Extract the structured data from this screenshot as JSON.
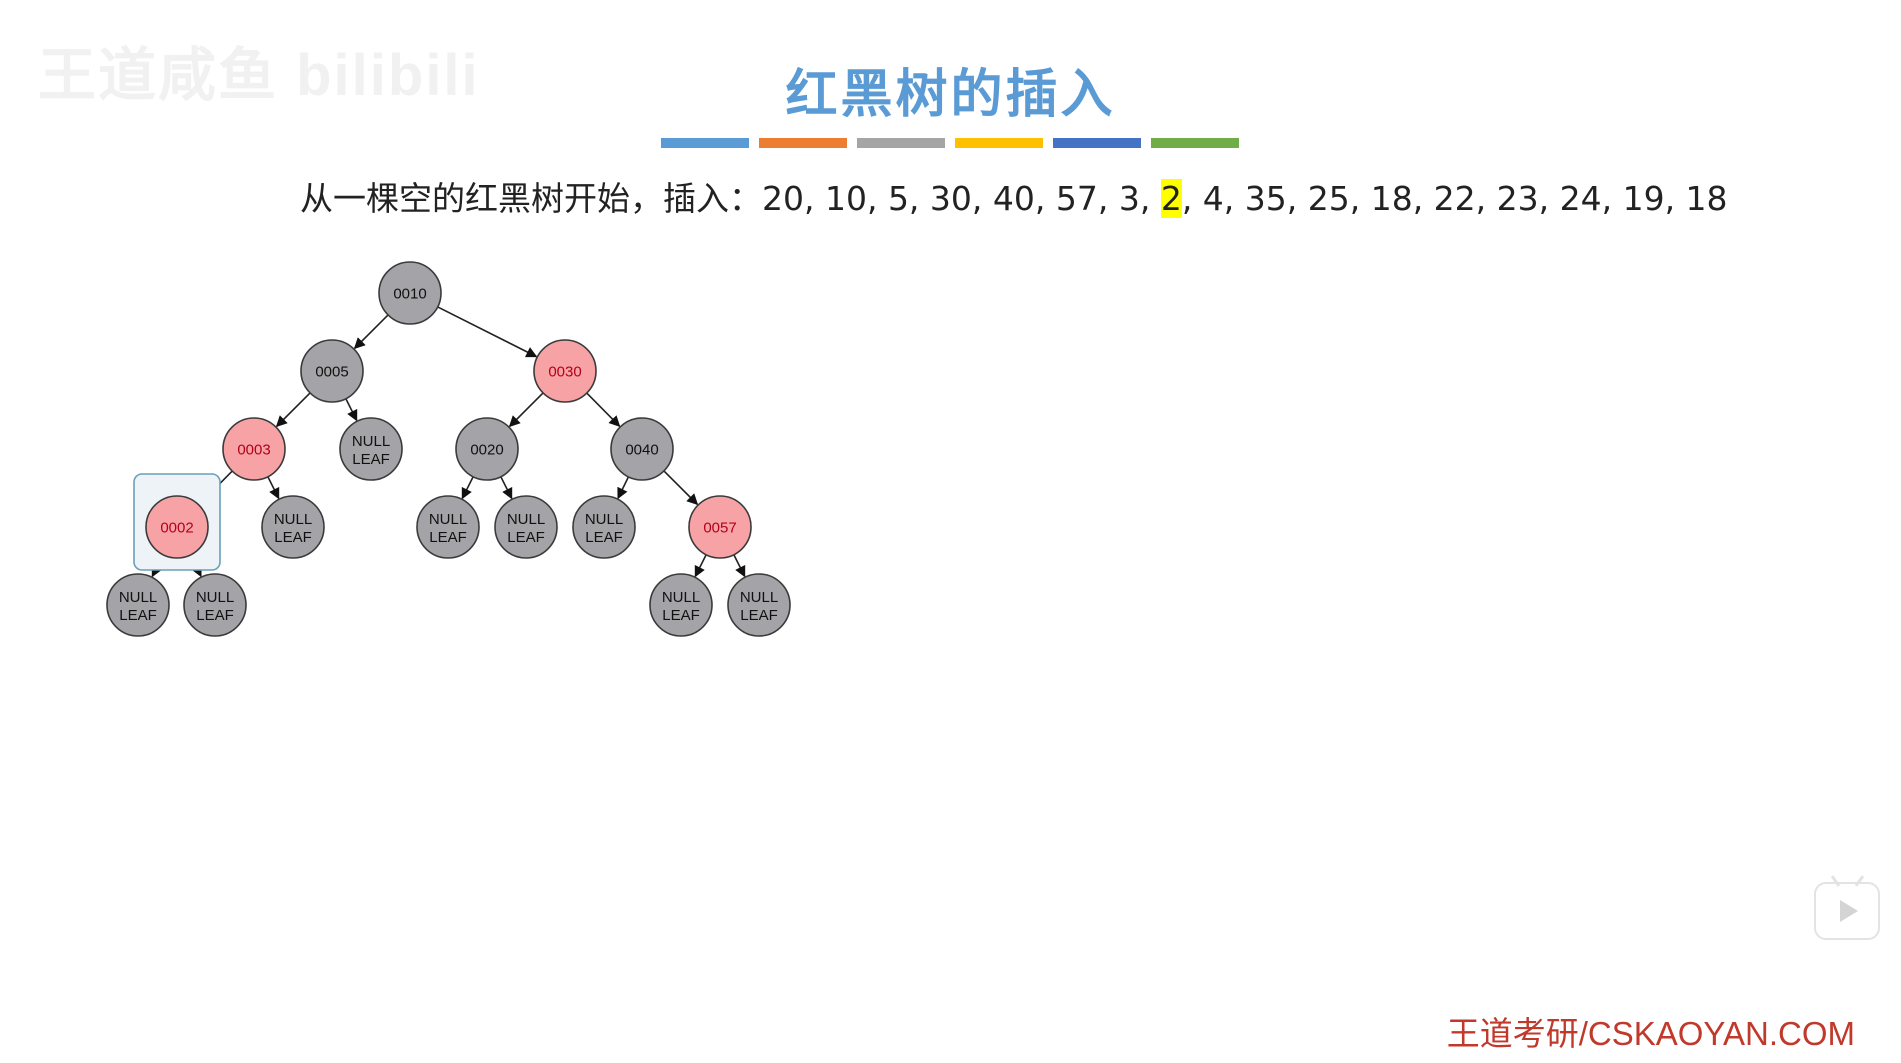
{
  "watermark": "王道咸鱼 bilibili",
  "title": "红黑树的插入",
  "color_bar": [
    "#5b9bd5",
    "#ed7d31",
    "#a5a5a5",
    "#ffc000",
    "#4472c4",
    "#70ad47"
  ],
  "sequence": {
    "prefix": "从一棵空的红黑树开始，插入：20, 10, 5, 30, 40, 57, 3, ",
    "highlight": "2",
    "suffix": ", 4, 35, 25, 18, 22, 23, 24, 19, 18"
  },
  "colors": {
    "black_fill": "#a4a4a8",
    "red_fill": "#f7a3a6",
    "red_text": "#b3001b",
    "black_text": "#111111",
    "stroke": "#3a3a3a",
    "highlight_box": "#6aa0b8"
  },
  "tree": {
    "nodes": [
      {
        "id": "n10",
        "label": "0010",
        "color": "black"
      },
      {
        "id": "n5",
        "label": "0005",
        "color": "black"
      },
      {
        "id": "n30",
        "label": "0030",
        "color": "red"
      },
      {
        "id": "n3",
        "label": "0003",
        "color": "red"
      },
      {
        "id": "nl1",
        "label": "NULL\nLEAF",
        "color": "black",
        "leaf": true
      },
      {
        "id": "n20",
        "label": "0020",
        "color": "black"
      },
      {
        "id": "n40",
        "label": "0040",
        "color": "black"
      },
      {
        "id": "n2",
        "label": "0002",
        "color": "red",
        "highlighted": true
      },
      {
        "id": "nl2",
        "label": "NULL\nLEAF",
        "color": "black",
        "leaf": true
      },
      {
        "id": "nl3",
        "label": "NULL\nLEAF",
        "color": "black",
        "leaf": true
      },
      {
        "id": "nl4",
        "label": "NULL\nLEAF",
        "color": "black",
        "leaf": true
      },
      {
        "id": "nl5",
        "label": "NULL\nLEAF",
        "color": "black",
        "leaf": true
      },
      {
        "id": "n57",
        "label": "0057",
        "color": "red"
      },
      {
        "id": "nl6",
        "label": "NULL\nLEAF",
        "color": "black",
        "leaf": true
      },
      {
        "id": "nl7",
        "label": "NULL\nLEAF",
        "color": "black",
        "leaf": true
      },
      {
        "id": "nl8",
        "label": "NULL\nLEAF",
        "color": "black",
        "leaf": true
      },
      {
        "id": "nl9",
        "label": "NULL\nLEAF",
        "color": "black",
        "leaf": true
      }
    ],
    "edges": [
      [
        "n10",
        "n5"
      ],
      [
        "n10",
        "n30"
      ],
      [
        "n5",
        "n3"
      ],
      [
        "n5",
        "nl1"
      ],
      [
        "n30",
        "n20"
      ],
      [
        "n30",
        "n40"
      ],
      [
        "n3",
        "n2"
      ],
      [
        "n3",
        "nl2"
      ],
      [
        "n20",
        "nl3"
      ],
      [
        "n20",
        "nl4"
      ],
      [
        "n40",
        "nl5"
      ],
      [
        "n40",
        "n57"
      ],
      [
        "n2",
        "nl6"
      ],
      [
        "n2",
        "nl7"
      ],
      [
        "n57",
        "nl8"
      ],
      [
        "n57",
        "nl9"
      ]
    ]
  },
  "footer": "王道考研/CSKAOYAN.COM"
}
